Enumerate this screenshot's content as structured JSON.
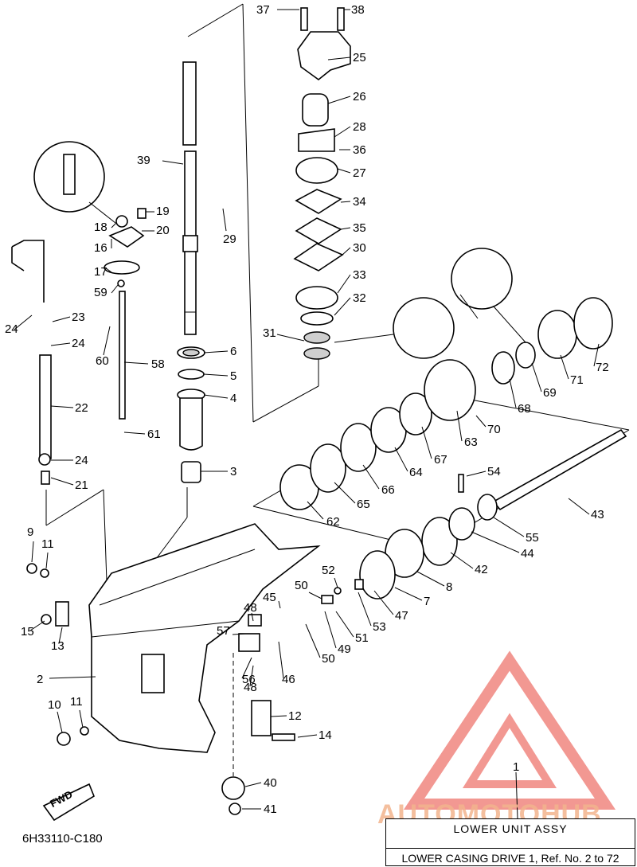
{
  "diagram_code": "6H33110-C180",
  "fwd_label": "FWD",
  "watermark": "AUTOMOTOHUB",
  "title_box": {
    "title": "LOWER UNIT ASSY",
    "subtitle": "LOWER CASING DRIVE 1, Ref. No. 2 to 72",
    "ref_number": "1"
  },
  "part_numbers": [
    "37",
    "38",
    "25",
    "26",
    "28",
    "36",
    "27",
    "34",
    "35",
    "30",
    "33",
    "32",
    "31",
    "39",
    "19",
    "18",
    "20",
    "16",
    "29",
    "17",
    "59",
    "23",
    "24",
    "24",
    "60",
    "58",
    "6",
    "5",
    "4",
    "22",
    "61",
    "24",
    "21",
    "3",
    "54",
    "43",
    "62",
    "65",
    "66",
    "64",
    "67",
    "63",
    "70",
    "68",
    "69",
    "71",
    "72",
    "55",
    "44",
    "42",
    "8",
    "7",
    "47",
    "53",
    "52",
    "51",
    "49",
    "50",
    "50",
    "45",
    "48",
    "57",
    "46",
    "48",
    "56",
    "9",
    "11",
    "15",
    "13",
    "2",
    "10",
    "11",
    "12",
    "14",
    "40",
    "41"
  ],
  "colors": {
    "line": "#000000",
    "watermark": "#f26b3a"
  }
}
